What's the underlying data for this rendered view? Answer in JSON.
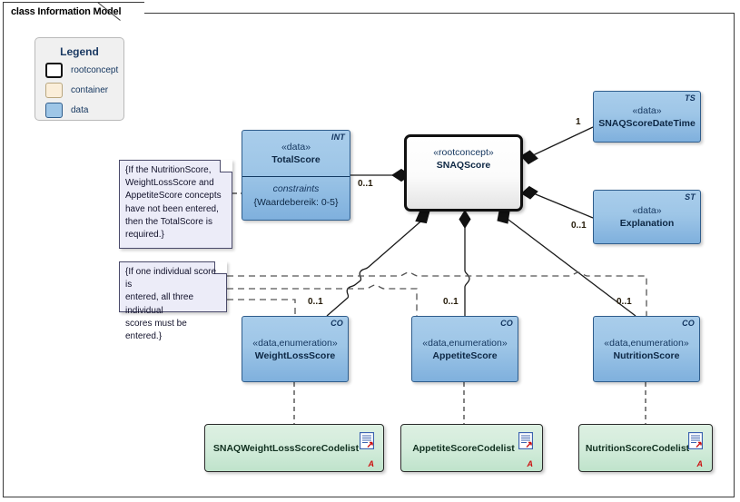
{
  "diagram": {
    "tab_label": "class Information Model",
    "title": "class Information Model"
  },
  "legend": {
    "title": "Legend",
    "items": [
      {
        "label": "rootconcept",
        "swatch": "rootconcept",
        "color": "#ffffff"
      },
      {
        "label": "container",
        "swatch": "container",
        "color": "#fbeed9"
      },
      {
        "label": "data",
        "swatch": "data",
        "color": "#9ec6e7"
      }
    ]
  },
  "nodes": {
    "total_score": {
      "corner_tag": "INT",
      "stereotype": "«data»",
      "name": "TotalScore",
      "constraints_label": "constraints",
      "constraints_value": "{Waardebereik: 0-5}"
    },
    "snaq_score": {
      "stereotype": "«rootconcept»",
      "name": "SNAQScore"
    },
    "snaq_score_datetime": {
      "corner_tag": "TS",
      "stereotype": "«data»",
      "name": "SNAQScoreDateTime"
    },
    "explanation": {
      "corner_tag": "ST",
      "stereotype": "«data»",
      "name": "Explanation"
    },
    "weight_loss_score": {
      "corner_tag": "CO",
      "stereotype": "«data,enumeration»",
      "name": "WeightLossScore"
    },
    "appetite_score": {
      "corner_tag": "CO",
      "stereotype": "«data,enumeration»",
      "name": "AppetiteScore"
    },
    "nutrition_score": {
      "corner_tag": "CO",
      "stereotype": "«data,enumeration»",
      "name": "NutritionScore"
    },
    "weight_loss_codelist": {
      "name": "SNAQWeightLossScoreCodelist",
      "icon": "document-icon",
      "marker": "A"
    },
    "appetite_codelist": {
      "name": "AppetiteScoreCodelist",
      "icon": "document-icon",
      "marker": "A"
    },
    "nutrition_codelist": {
      "name": "NutritionScoreCodelist",
      "icon": "document-icon",
      "marker": "A"
    }
  },
  "notes": {
    "total_score_note": {
      "text": "{If the NutritionScore,\nWeightLossScore and\nAppetiteScore concepts\nhave not been entered,\nthen the TotalScore is\nrequired.}"
    },
    "individual_score_note": {
      "text": "{If one individual score is\nentered, all three individual\nscores must be entered.}"
    }
  },
  "multiplicities": {
    "total_score": "0..1",
    "snaq_score_datetime": "1",
    "explanation": "0..1",
    "weight_loss_score": "0..1",
    "appetite_score": "0..1",
    "nutrition_score": "0..1"
  },
  "colors": {
    "data_fill": "#9ec6e7",
    "data_border": "#2f5d8c",
    "rootconcept_fill": "#ffffff",
    "rootconcept_border": "#111111",
    "container_fill": "#fbeed9",
    "codelist_fill": "#d3ecdb",
    "note_fill": "#ececf8",
    "legend_fill": "#f0f0f0",
    "edge": "#1a1a1a",
    "marker_red": "#cc1111"
  }
}
